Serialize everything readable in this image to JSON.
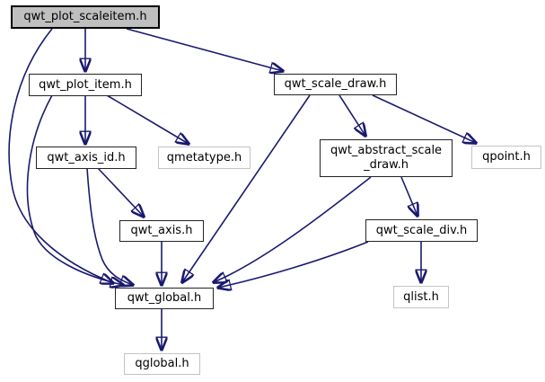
{
  "diagram": {
    "kind": "include-dependency-graph",
    "root_file": "qwt_plot_scaleitem.h"
  },
  "colors": {
    "edge": "#191970",
    "node_fill": "#ffffff",
    "node_border": "#242424",
    "external_border": "#c4c4c4",
    "root_fill": "#bfbfbf",
    "text": "#000000",
    "background": "#ffffff"
  },
  "nodes": [
    {
      "id": "qwt_plot_scaleitem",
      "label": "qwt_plot_scaleitem.h",
      "lines": [
        "qwt_plot_scaleitem.h"
      ],
      "type": "root"
    },
    {
      "id": "qwt_plot_item",
      "label": "qwt_plot_item.h",
      "lines": [
        "qwt_plot_item.h"
      ],
      "type": "internal"
    },
    {
      "id": "qwt_scale_draw",
      "label": "qwt_scale_draw.h",
      "lines": [
        "qwt_scale_draw.h"
      ],
      "type": "internal"
    },
    {
      "id": "qwt_axis_id",
      "label": "qwt_axis_id.h",
      "lines": [
        "qwt_axis_id.h"
      ],
      "type": "internal"
    },
    {
      "id": "qmetatype",
      "label": "qmetatype.h",
      "lines": [
        "qmetatype.h"
      ],
      "type": "external"
    },
    {
      "id": "qwt_abstract_scale_draw",
      "label": "qwt_abstract_scale_draw.h",
      "lines": [
        "qwt_abstract_scale",
        "_draw.h"
      ],
      "type": "internal"
    },
    {
      "id": "qpoint",
      "label": "qpoint.h",
      "lines": [
        "qpoint.h"
      ],
      "type": "external"
    },
    {
      "id": "qwt_axis",
      "label": "qwt_axis.h",
      "lines": [
        "qwt_axis.h"
      ],
      "type": "internal"
    },
    {
      "id": "qwt_scale_div",
      "label": "qwt_scale_div.h",
      "lines": [
        "qwt_scale_div.h"
      ],
      "type": "internal"
    },
    {
      "id": "qwt_global",
      "label": "qwt_global.h",
      "lines": [
        "qwt_global.h"
      ],
      "type": "internal"
    },
    {
      "id": "qlist",
      "label": "qlist.h",
      "lines": [
        "qlist.h"
      ],
      "type": "external"
    },
    {
      "id": "qglobal",
      "label": "qglobal.h",
      "lines": [
        "qglobal.h"
      ],
      "type": "external"
    }
  ],
  "edges": [
    {
      "from": "qwt_plot_scaleitem",
      "to": "qwt_plot_item"
    },
    {
      "from": "qwt_plot_scaleitem",
      "to": "qwt_scale_draw"
    },
    {
      "from": "qwt_plot_scaleitem",
      "to": "qwt_global"
    },
    {
      "from": "qwt_plot_item",
      "to": "qwt_axis_id"
    },
    {
      "from": "qwt_plot_item",
      "to": "qmetatype"
    },
    {
      "from": "qwt_plot_item",
      "to": "qwt_global"
    },
    {
      "from": "qwt_axis_id",
      "to": "qwt_axis"
    },
    {
      "from": "qwt_axis_id",
      "to": "qwt_global"
    },
    {
      "from": "qwt_axis",
      "to": "qwt_global"
    },
    {
      "from": "qwt_scale_draw",
      "to": "qwt_abstract_scale_draw"
    },
    {
      "from": "qwt_scale_draw",
      "to": "qpoint"
    },
    {
      "from": "qwt_scale_draw",
      "to": "qwt_global"
    },
    {
      "from": "qwt_abstract_scale_draw",
      "to": "qwt_scale_div"
    },
    {
      "from": "qwt_abstract_scale_draw",
      "to": "qwt_global"
    },
    {
      "from": "qwt_scale_div",
      "to": "qlist"
    },
    {
      "from": "qwt_scale_div",
      "to": "qwt_global"
    },
    {
      "from": "qwt_global",
      "to": "qglobal"
    }
  ]
}
